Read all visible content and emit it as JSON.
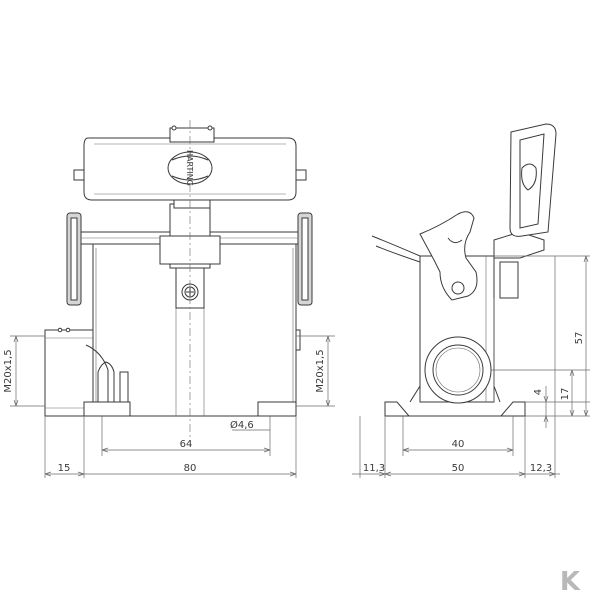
{
  "diagram": {
    "brand_mark": "HARTING",
    "watermark": "K",
    "dimensions": {
      "thread_left": "M20x1,5",
      "thread_right": "M20x1,5",
      "hole_diameter": "Ø4,6",
      "front_hole_spacing": "64",
      "front_left_offset": "15",
      "front_width": "80",
      "side_hole_spacing": "40",
      "side_left_offset": "11,3",
      "side_width": "50",
      "side_right_offset": "12,3",
      "side_height": "57",
      "side_base_height": "17",
      "side_flange_height": "4"
    }
  },
  "colors": {
    "line": "#3a3a3a",
    "fill_grey": "#d6d6d6",
    "watermark": "#b9b9b9"
  }
}
